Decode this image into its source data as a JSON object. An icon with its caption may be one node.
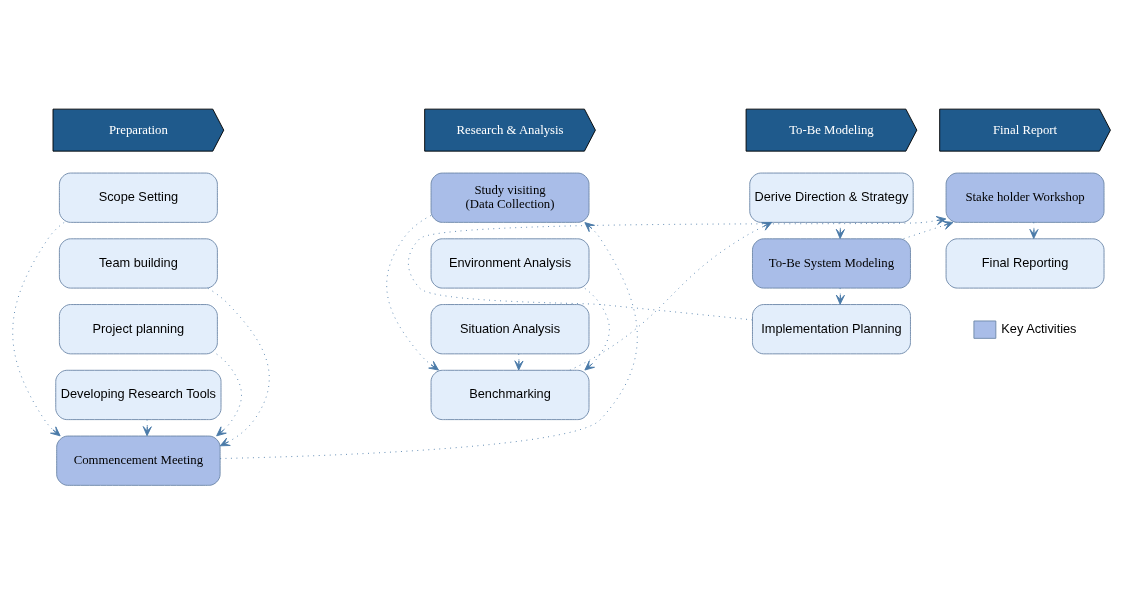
{
  "diagram": {
    "nodes": [
      {
        "text": [
          "Preparation"
        ]
      },
      {
        "text": [
          "Research & Analysis"
        ]
      },
      {
        "text": [
          "To-Be Modeling"
        ]
      },
      {
        "text": [
          "Final Report"
        ]
      },
      {
        "text": [
          "Scope Setting"
        ]
      },
      {
        "text": [
          "Team building"
        ]
      },
      {
        "text": [
          "Project planning"
        ]
      },
      {
        "text": [
          "Developing Research Tools"
        ]
      },
      {
        "text": [
          "Commencement Meeting"
        ]
      },
      {
        "text": [
          "Study visiting",
          "(Data Collection)"
        ]
      },
      {
        "text": [
          "Environment Analysis"
        ]
      },
      {
        "text": [
          "Situation Analysis"
        ]
      },
      {
        "text": [
          "Benchmarking"
        ]
      },
      {
        "text": [
          "Derive Direction & Strategy"
        ]
      },
      {
        "text": [
          "To-Be System Modeling"
        ]
      },
      {
        "text": [
          "Implementation Planning"
        ]
      },
      {
        "text": [
          "Stake holder Workshop"
        ]
      },
      {
        "text": [
          "Final Reporting"
        ]
      }
    ],
    "edges": [
      {
        "from": 4,
        "to": 8,
        "arrow": "to",
        "style": "dashed"
      },
      {
        "from": 5,
        "to": 8,
        "arrow": "to",
        "style": "dashed"
      },
      {
        "from": 6,
        "to": 8,
        "arrow": "to",
        "style": "dashed"
      },
      {
        "from": 7,
        "to": 8,
        "arrow": "to",
        "style": "dashed"
      },
      {
        "from": 8,
        "to": 9,
        "arrow": "to",
        "style": "dashed"
      },
      {
        "from": 9,
        "to": 12,
        "arrow": "to",
        "style": "dashed"
      },
      {
        "from": 10,
        "to": 12,
        "arrow": "to",
        "style": "dashed"
      },
      {
        "from": 11,
        "to": 12,
        "arrow": "to",
        "style": "dashed"
      },
      {
        "from": 12,
        "to": 13,
        "arrow": "to",
        "style": "dashed"
      },
      {
        "from": 13,
        "to": 14,
        "arrow": "to",
        "style": "dashed"
      },
      {
        "from": 14,
        "to": 15,
        "arrow": "to",
        "style": "dashed"
      },
      {
        "from": 14,
        "to": 16,
        "arrow": "to",
        "style": "dashed"
      },
      {
        "from": 15,
        "to": 16,
        "arrow": "to",
        "style": "dashed"
      },
      {
        "from": 16,
        "to": 17,
        "arrow": "to",
        "style": "dashed"
      }
    ],
    "legend": [
      {
        "text": "Key Activities",
        "color": "#a9bde8"
      }
    ]
  }
}
